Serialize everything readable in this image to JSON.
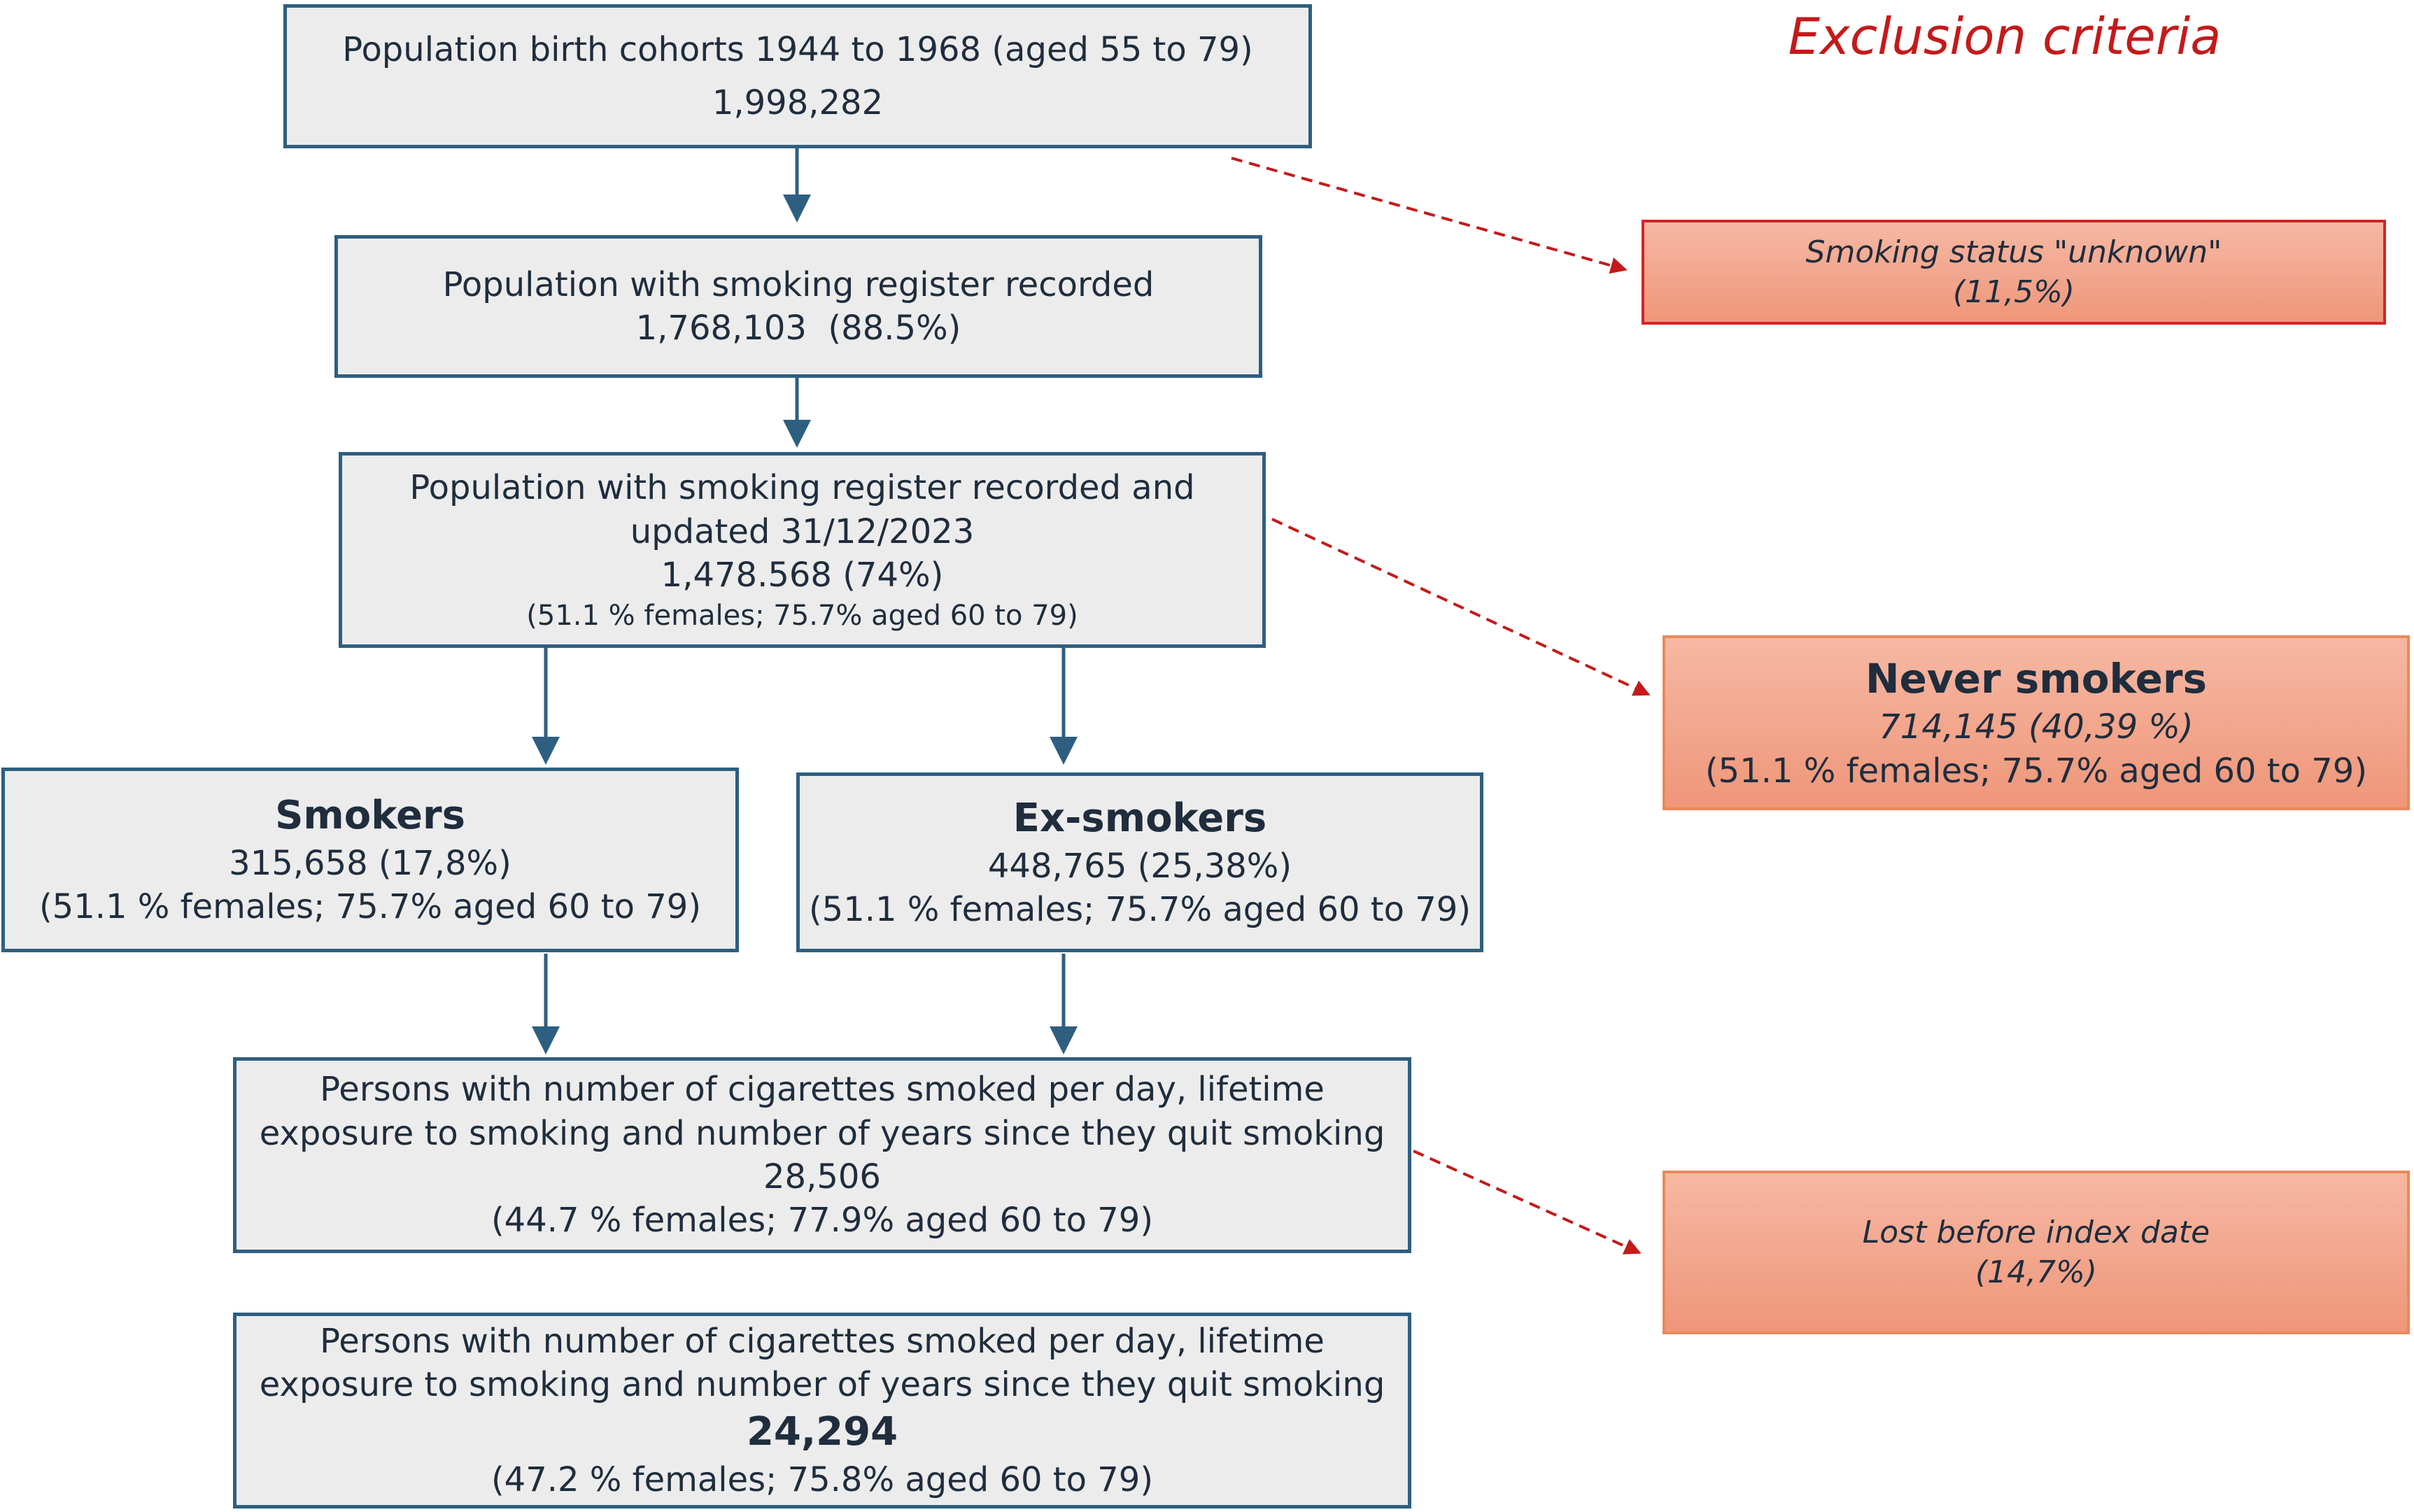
{
  "exclusion_heading": "Exclusion criteria",
  "boxes": {
    "population": {
      "line1": "Population birth cohorts 1944 to 1968 (aged 55 to 79)",
      "count": "1,998,282"
    },
    "recorded": {
      "line1": "Population with smoking register recorded",
      "count": "1,768,103  (88.5%)"
    },
    "updated": {
      "line1": "Population with smoking register recorded and",
      "line2": "updated 31/12/2023",
      "count": "1,478.568 (74%)",
      "detail": "(51.1 % females; 75.7% aged 60 to 79)"
    },
    "smokers": {
      "title": "Smokers",
      "count": "315,658 (17,8%)",
      "detail": "(51.1 % females; 75.7% aged 60 to 79)"
    },
    "ex_smokers": {
      "title": "Ex-smokers",
      "count": "448,765 (25,38%)",
      "detail": "(51.1 % females; 75.7% aged 60 to 79)"
    },
    "cigarettes": {
      "line1": "Persons with number of cigarettes smoked per day, lifetime",
      "line2": "exposure to smoking and number of years since they quit smoking",
      "count": "28,506",
      "detail": "(44.7 % females; 77.9% aged 60 to 79)"
    },
    "final": {
      "line1": "Persons with number of cigarettes smoked per day, lifetime",
      "line2": "exposure to smoking and number of years since they quit smoking",
      "count": "24,294",
      "detail": "(47.2 % females; 75.8% aged 60 to 79)"
    }
  },
  "exclusions": {
    "unknown": {
      "line1": "Smoking status \"unknown\"",
      "line2": "(11,5%)"
    },
    "never": {
      "title": "Never smokers",
      "count": "714,145 (40,39 %)",
      "detail": "(51.1 % females; 75.7% aged 60 to 79)"
    },
    "lost": {
      "line1": "Lost before index date",
      "line2": "(14,7%)"
    }
  },
  "colors": {
    "box_border": "#2e5f80",
    "box_fill": "#ececec",
    "exclusion_red": "#c41a1a",
    "exclusion_fill": "#f2a388"
  }
}
